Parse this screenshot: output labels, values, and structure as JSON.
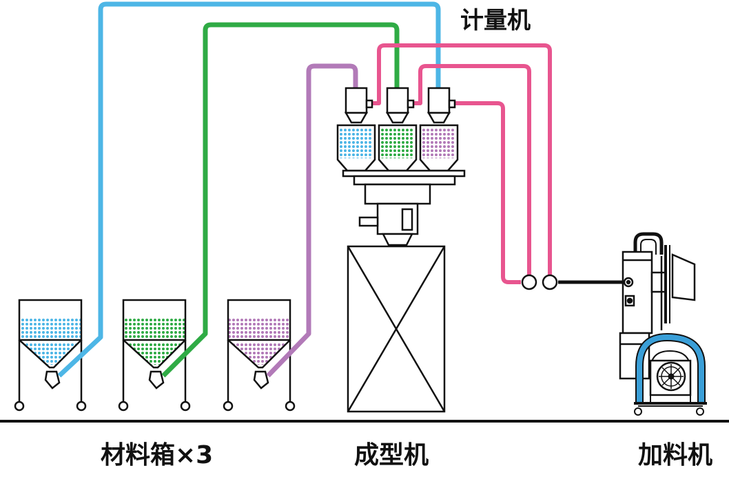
{
  "labels": {
    "dosing_unit": "计量机",
    "material_bins": "材料箱×3",
    "molding_machine": "成型机",
    "loader": "加料机"
  },
  "materials": [
    {
      "name": "blue",
      "color": "#4db6e6"
    },
    {
      "name": "green",
      "color": "#2fab45"
    },
    {
      "name": "purple",
      "color": "#b27ab8"
    }
  ],
  "colors": {
    "vacuum_line": "#e8558f",
    "outline": "#111111",
    "loader_frame": "#3a9fd8"
  },
  "icons": [
    "hopper-icon",
    "molding-machine-icon",
    "vacuum-loader-icon",
    "fan-icon"
  ]
}
